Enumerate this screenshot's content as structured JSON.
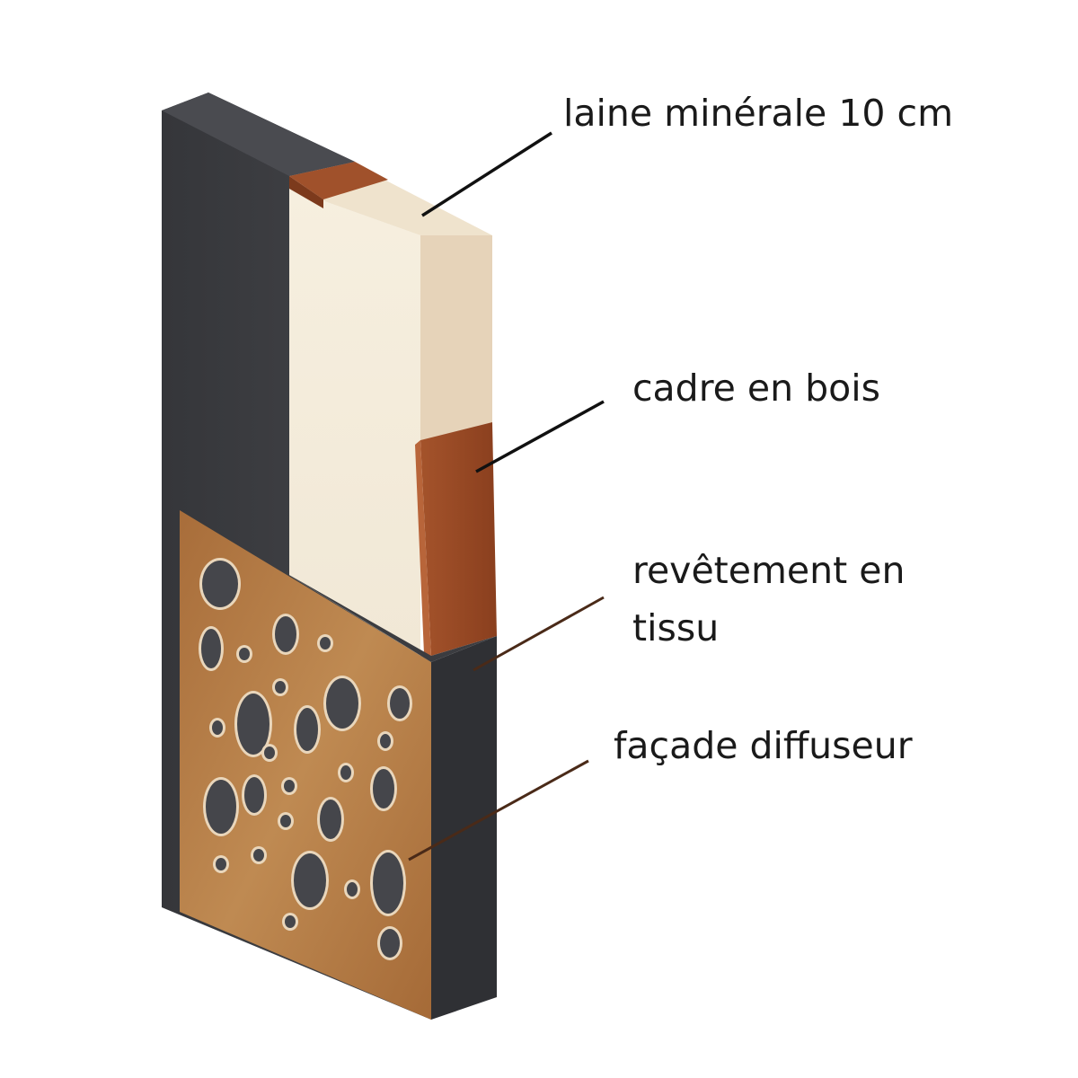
{
  "labels": {
    "mineral_wool": "laine minérale 10 cm",
    "wood_frame": "cadre en bois",
    "fabric_cover_line1": "revêtement en",
    "fabric_cover_line2": "tissu",
    "diffuser_facade": "façade diffuseur"
  },
  "colors": {
    "fabric": "#3a3b3f",
    "fabric_edge": "#2b2c30",
    "wool_face": "#f4eddc",
    "wool_side": "#ead9c2",
    "wood_frame": "#9a4a26",
    "veneer": "#b07a45",
    "leader_black": "#111111",
    "leader_brown": "#4a2a18"
  }
}
